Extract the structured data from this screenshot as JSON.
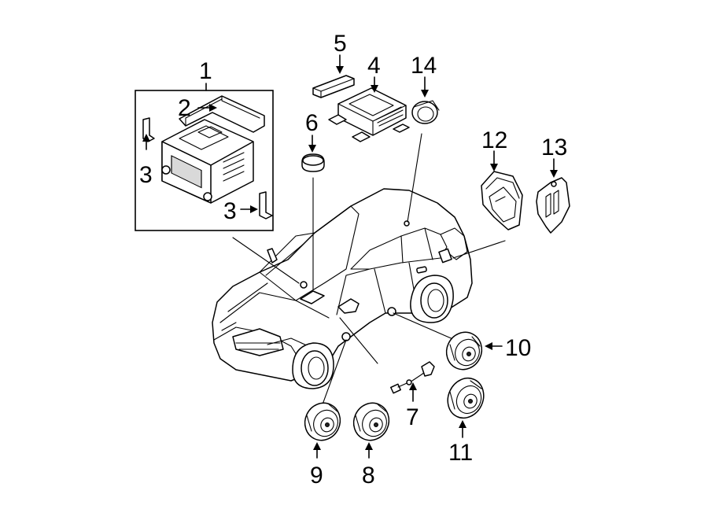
{
  "diagram": {
    "callouts": {
      "c1": "1",
      "c2": "2",
      "c3a": "3",
      "c3b": "3",
      "c4": "4",
      "c5": "5",
      "c6": "6",
      "c7": "7",
      "c8": "8",
      "c9": "9",
      "c10": "10",
      "c11": "11",
      "c12": "12",
      "c13": "13",
      "c14": "14"
    },
    "colors": {
      "line": "#000000",
      "background": "#ffffff",
      "shade": "#d9d9d9"
    }
  }
}
